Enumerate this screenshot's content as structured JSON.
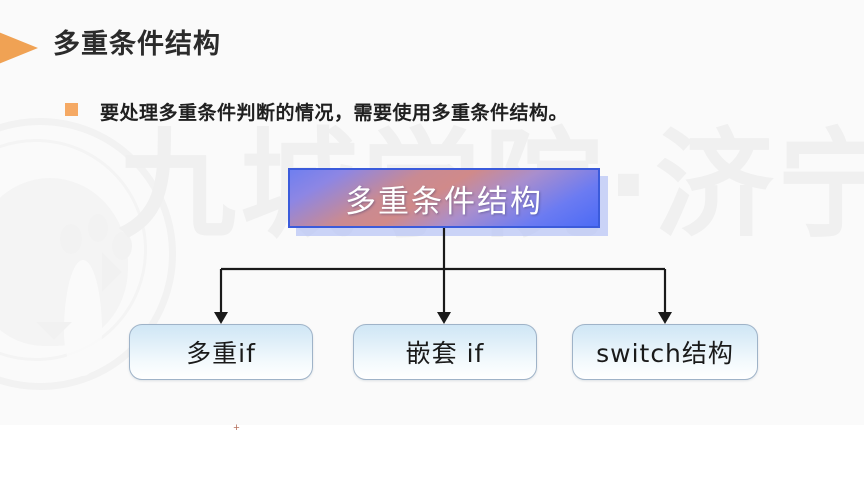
{
  "slide": {
    "title": "多重条件结构",
    "bullet": "要处理多重条件判断的情况，需要使用多重条件结构。",
    "watermark_text": "九城学院·济宁分校",
    "stray_mark": "+"
  },
  "diagram": {
    "type": "tree",
    "root": {
      "label": "多重条件结构"
    },
    "children": [
      {
        "label": "多重if"
      },
      {
        "label": "嵌套 if"
      },
      {
        "label": "switch结构"
      }
    ]
  },
  "colors": {
    "title_accent": "#f0a254",
    "bullet_accent": "#f5a964",
    "root_border": "#3b5bdb",
    "root_gradient_warm": "#d08a8a",
    "root_gradient_cool": "#4c6bf5",
    "leaf_border": "#9fb3c8",
    "leaf_fill_top": "#cfe6f5",
    "connector": "#1a1a1a",
    "canvas_bg": "#fafafa",
    "watermark": "#f0f0f0"
  }
}
